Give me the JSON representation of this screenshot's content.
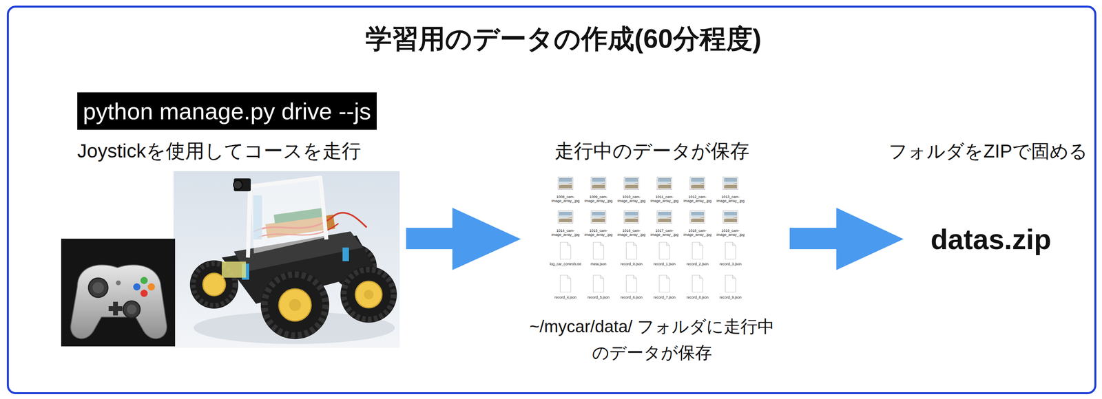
{
  "diagram": {
    "title": "学習用のデータの作成(60分程度)",
    "nodes": [
      {
        "text": [
          "python manage.py drive --js"
        ]
      }
    ],
    "labels": [
      "Joystickを使用してコースを走行",
      "走行中のデータが保存",
      "フォルダをZIPで固める",
      "1008_cam-image_array_.jpg",
      "1009_cam-image_array_.jpg",
      "1010_cam-image_array_.jpg",
      "1011_cam-image_array_.jpg",
      "1012_cam-image_array_.jpg",
      "1013_cam-image_array_.jpg",
      "1014_cam-image_array_.jpg",
      "1015_cam-image_array_.jpg",
      "1016_cam-image_array_.jpg",
      "1017_cam-image_array_.jpg",
      "1018_cam-image_array_.jpg",
      "1019_cam-image_array_.jpg",
      "log_car_controls.txt",
      "meta.json",
      "record_0.json",
      "record_1.json",
      "record_2.json",
      "record_3.json",
      "record_4.json",
      "record_5.json",
      "record_6.json",
      "record_7.json",
      "record_8.json",
      "record_9.json",
      "~/mycar/data/ フォルダに走行中 のデータが保存",
      "datas.zip"
    ]
  }
}
